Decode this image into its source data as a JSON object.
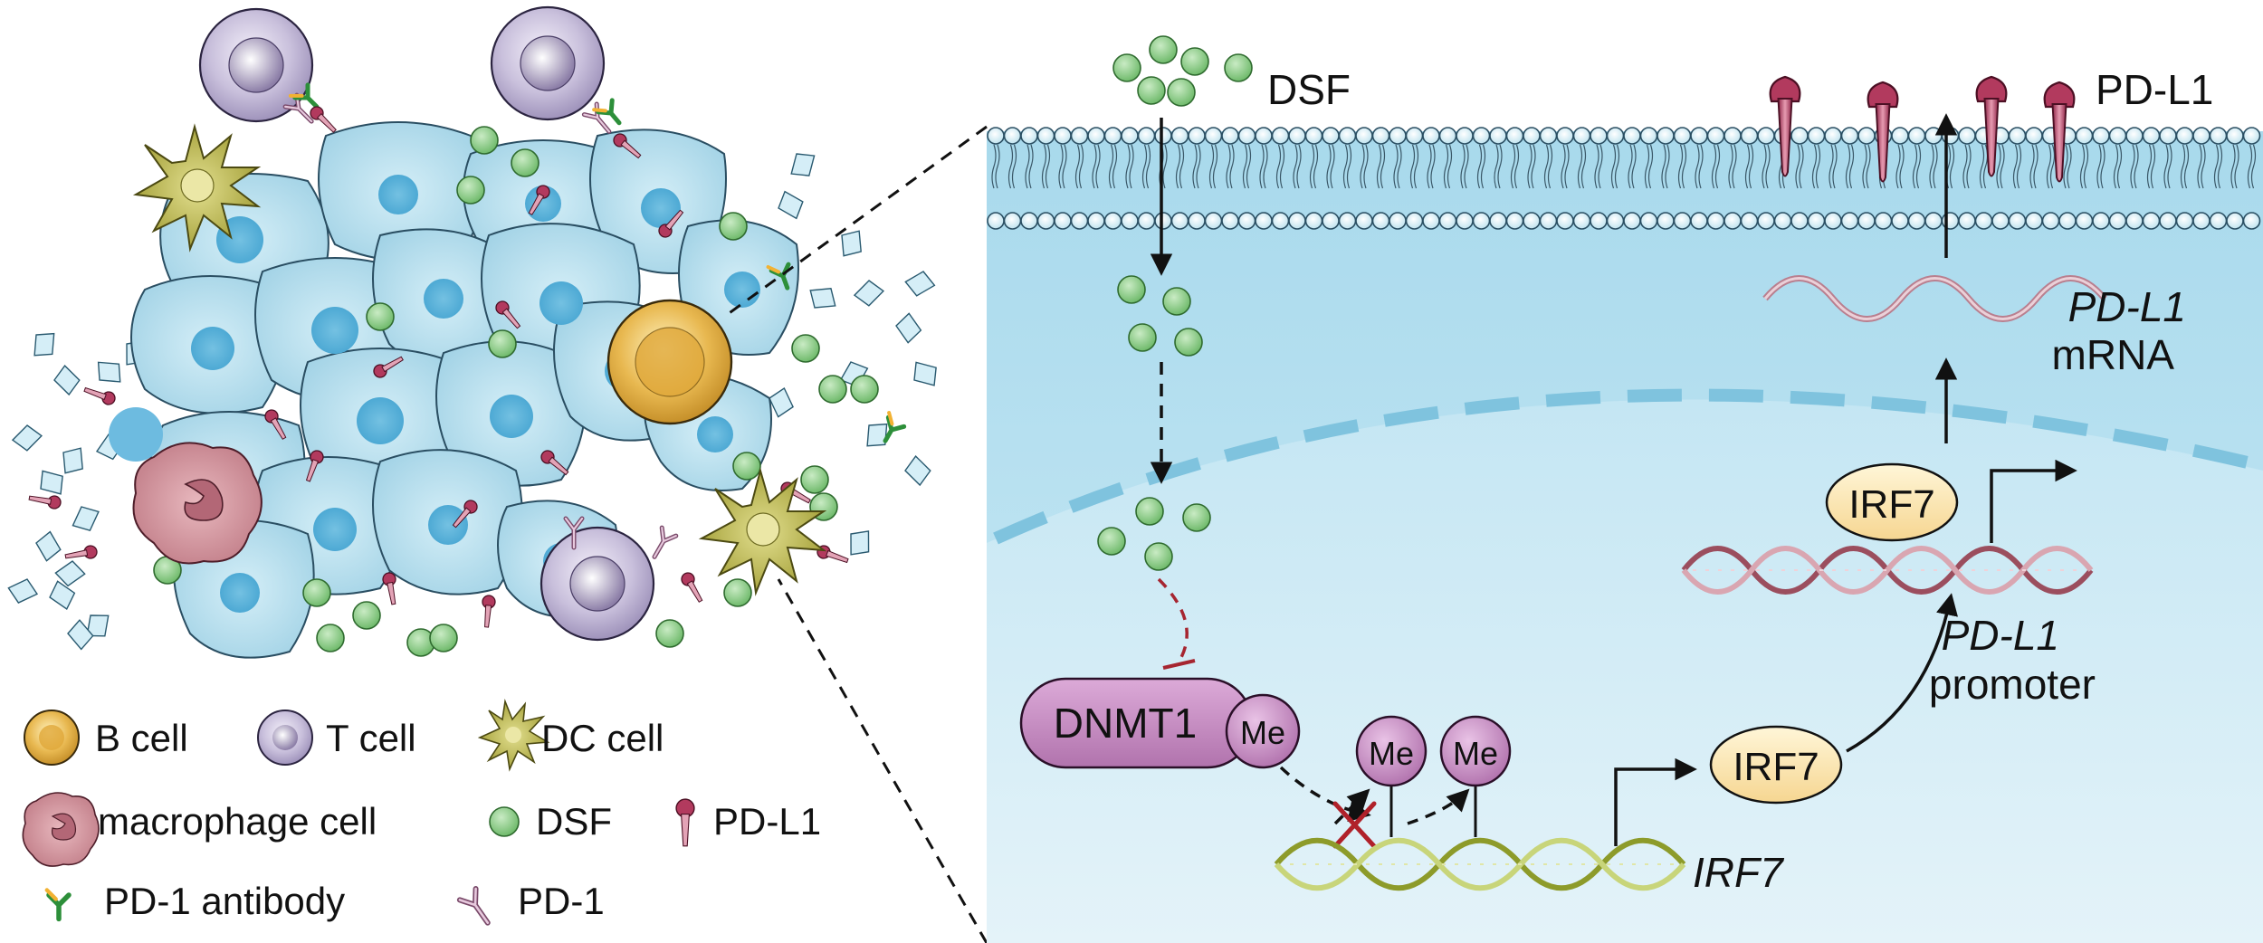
{
  "legend": {
    "b_cell": "B cell",
    "t_cell": "T cell",
    "dc_cell": "DC cell",
    "macrophage": "macrophage cell",
    "dsf": "DSF",
    "pdl1": "PD-L1",
    "pd1_antibody": "PD-1 antibody",
    "pd1": "PD-1"
  },
  "pathway": {
    "dsf_label": "DSF",
    "pdl1_label": "PD-L1",
    "mrna_gene": "PD-L1",
    "mrna_word": "mRNA",
    "promoter_gene": "PD-L1",
    "promoter_word": "promoter",
    "dnmt1": "DNMT1",
    "me": "Me",
    "irf7_protein": "IRF7",
    "irf7_gene": "IRF7"
  },
  "colors": {
    "cytoplasm": "#a9d9ec",
    "nucleus": "#c9e7f3",
    "tumor_cell": "#bfe3f0",
    "dsf_green": "#8fcd8a",
    "pdl1_red": "#b23a5e",
    "dnmt1_purple": "#c48ac0",
    "irf7_yellow": "#fbe6b0",
    "dna_pink": "#c98a99",
    "dna_green": "#c8d57a",
    "b_cell": "#e8b850",
    "t_cell": "#c9c0dc",
    "dc_cell": "#c9c56a",
    "macrophage": "#d9a0a8"
  }
}
